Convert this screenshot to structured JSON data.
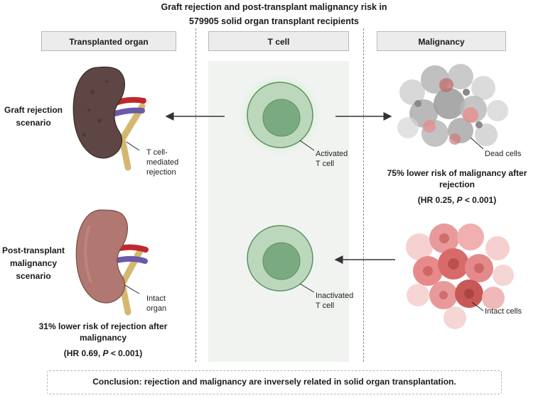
{
  "title": {
    "line1": "Graft rejection and post-transplant malignancy risk in",
    "line2": "579905 solid organ transplant recipients"
  },
  "headers": {
    "organ": "Transplanted organ",
    "tcell": "T cell",
    "malignancy": "Malignancy"
  },
  "scenarios": {
    "rejection_line1": "Graft rejection",
    "rejection_line2": "scenario",
    "malignancy_line1": "Post-transplant",
    "malignancy_line2": "malignancy",
    "malignancy_line3": "scenario"
  },
  "labels": {
    "tcell_rejection_line1": "T cell-",
    "tcell_rejection_line2": "mediated",
    "tcell_rejection_line3": "rejection",
    "intact_organ_line1": "Intact",
    "intact_organ_line2": "organ",
    "activated_line1": "Activated",
    "activated_line2": "T cell",
    "inactivated_line1": "Inactivated",
    "inactivated_line2": "T cell",
    "dead_cells": "Dead cells",
    "intact_cells": "Intact cells"
  },
  "stats": {
    "malignancy_line1": "75% lower risk of malignancy after",
    "malignancy_line2": "rejection",
    "malignancy_hr_pre": "(HR 0.25, ",
    "malignancy_p": "P",
    "malignancy_hr_post": " < 0.001)",
    "rejection_line1": "31% lower risk of rejection after",
    "rejection_line2": "malignancy",
    "rejection_hr_pre": "(HR 0.69, ",
    "rejection_p": "P",
    "rejection_hr_post": " < 0.001)"
  },
  "conclusion": "Conclusion: rejection and malignancy are inversely related in solid organ transplantation.",
  "colors": {
    "rejected_kidney": "#5e4644",
    "healthy_kidney": "#b07870",
    "artery": "#c0282c",
    "vein": "#6b5aa8",
    "ureter": "#d4b870",
    "tcell_fill": "#bcd8bc",
    "tcell_nucleus": "#7aaa80",
    "glow": "#5cd05c",
    "tumor": "#e88a8a",
    "dead_cell": "#a8a8a8"
  }
}
